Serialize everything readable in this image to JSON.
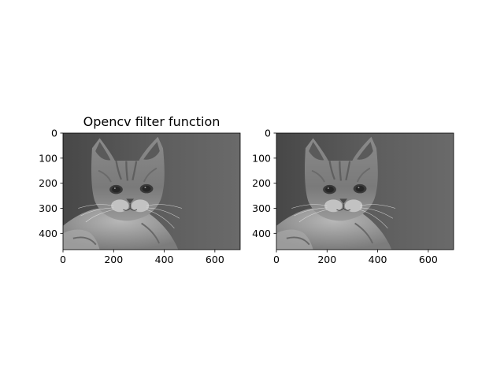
{
  "figure": {
    "panels": [
      {
        "title": "Opencv filter function",
        "image": "grayscale-cat-photo-filtered",
        "xlim": [
          0,
          700
        ],
        "ylim": [
          465,
          0
        ],
        "xticks": [
          0,
          200,
          400,
          600
        ],
        "yticks": [
          0,
          100,
          200,
          300,
          400
        ]
      },
      {
        "title": "",
        "image": "grayscale-cat-photo",
        "xlim": [
          0,
          700
        ],
        "ylim": [
          465,
          0
        ],
        "xticks": [
          0,
          200,
          400,
          600
        ],
        "yticks": [
          0,
          100,
          200,
          300,
          400
        ]
      }
    ]
  }
}
